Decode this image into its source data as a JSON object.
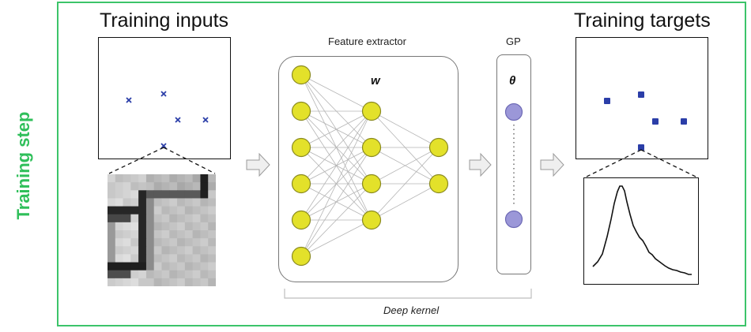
{
  "side_label": "Training step",
  "inputs": {
    "title": "Training inputs"
  },
  "extractor": {
    "label": "Feature extractor",
    "weights_symbol": "w"
  },
  "gp": {
    "label": "GP",
    "theta_symbol": "θ"
  },
  "targets": {
    "title": "Training targets"
  },
  "bracket": {
    "label": "Deep kernel"
  },
  "colors": {
    "frame": "#3cc46a",
    "side_label": "#2fbf5a",
    "marker": "#2b3ea8",
    "neuron_fill": "#e3e12a",
    "neuron_stroke": "#8a8a20",
    "gp_node_fill": "#9b97d8",
    "arrow_fill": "#efefef"
  },
  "network": {
    "layers": [
      6,
      4,
      2
    ]
  },
  "icons": [
    "cross-marker-icon",
    "square-marker-icon",
    "right-arrow-icon"
  ]
}
